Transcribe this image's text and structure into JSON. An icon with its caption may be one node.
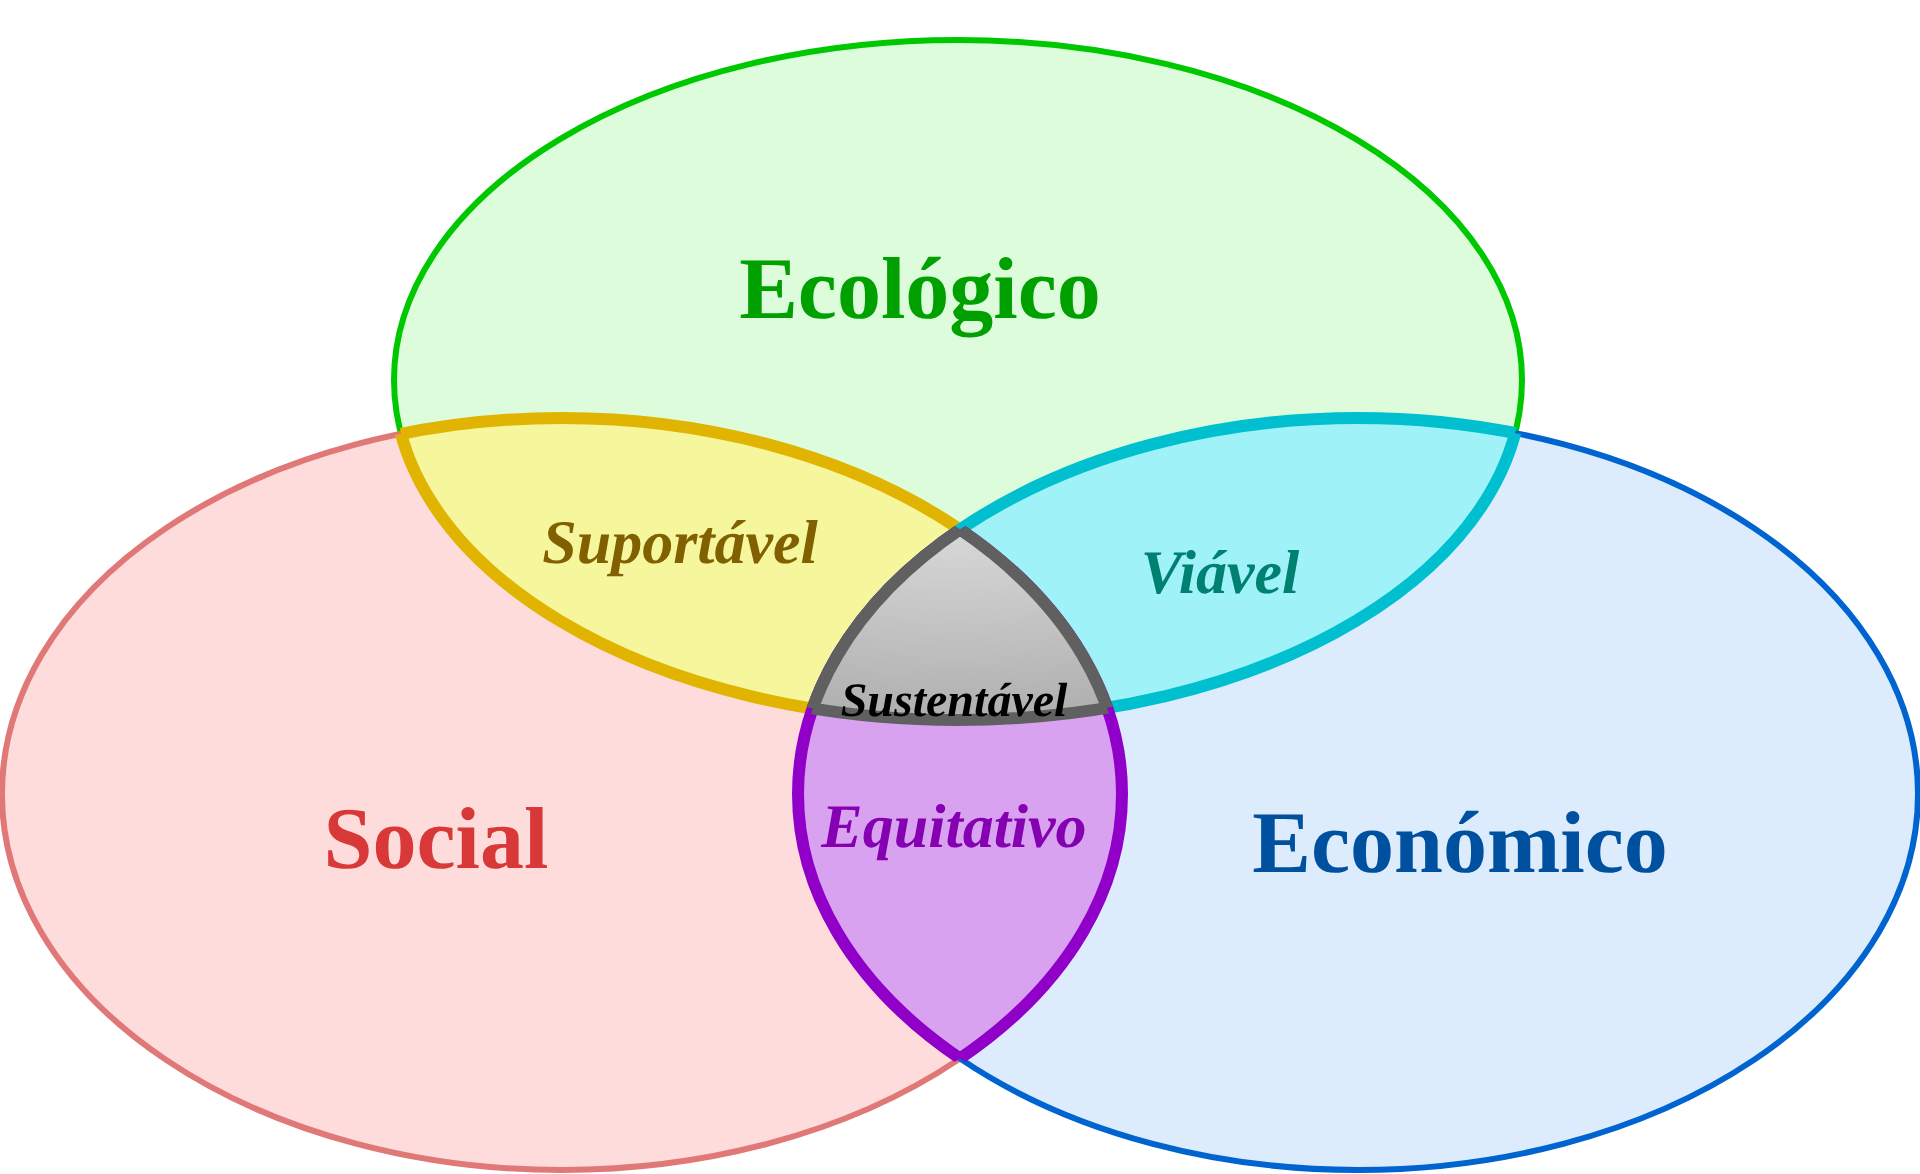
{
  "diagram": {
    "labels": [
      "Ecológico",
      "Suportável",
      "Viável",
      "Sustentável",
      "Equitativo",
      "Social",
      "Económico"
    ]
  }
}
